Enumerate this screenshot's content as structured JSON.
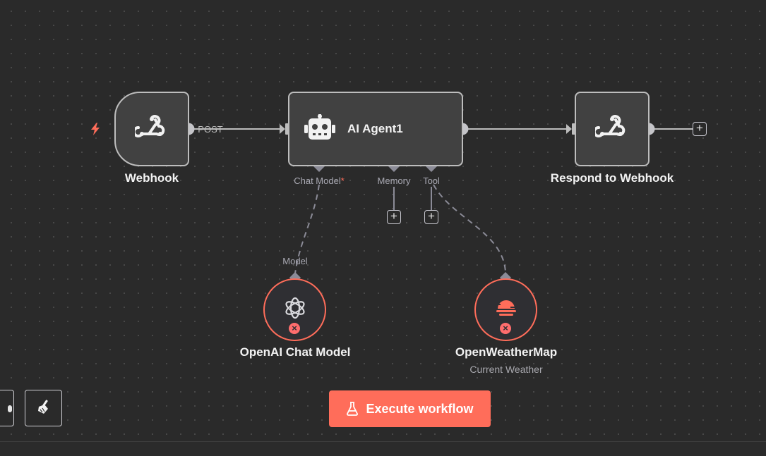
{
  "nodes": {
    "webhook": {
      "label": "Webhook",
      "icon": "webhook-icon"
    },
    "agent": {
      "label": "AI Agent1",
      "icon": "robot-icon"
    },
    "respond": {
      "label": "Respond to Webhook",
      "icon": "webhook-icon"
    },
    "openai": {
      "label": "OpenAI Chat Model",
      "icon": "openai-icon",
      "status": "error"
    },
    "weather": {
      "label": "OpenWeatherMap",
      "sublabel": "Current Weather",
      "icon": "sun-cloud-icon",
      "status": "error"
    }
  },
  "edges": {
    "webhook_out_label": "POST"
  },
  "ports": {
    "chat_model": "Chat Model",
    "chat_model_required": "*",
    "memory": "Memory",
    "tool": "Tool",
    "model": "Model"
  },
  "toolbar": {
    "execute_label": "Execute workflow",
    "execute_icon": "flask-icon",
    "tidy_icon": "broom-icon"
  },
  "colors": {
    "canvas_bg": "#2a2a2a",
    "accent": "#ff6d5a",
    "node_bg": "#414141",
    "node_border": "#bdbdbd",
    "edge": "#bdbdbd",
    "sub_port": "#8b8b97"
  }
}
